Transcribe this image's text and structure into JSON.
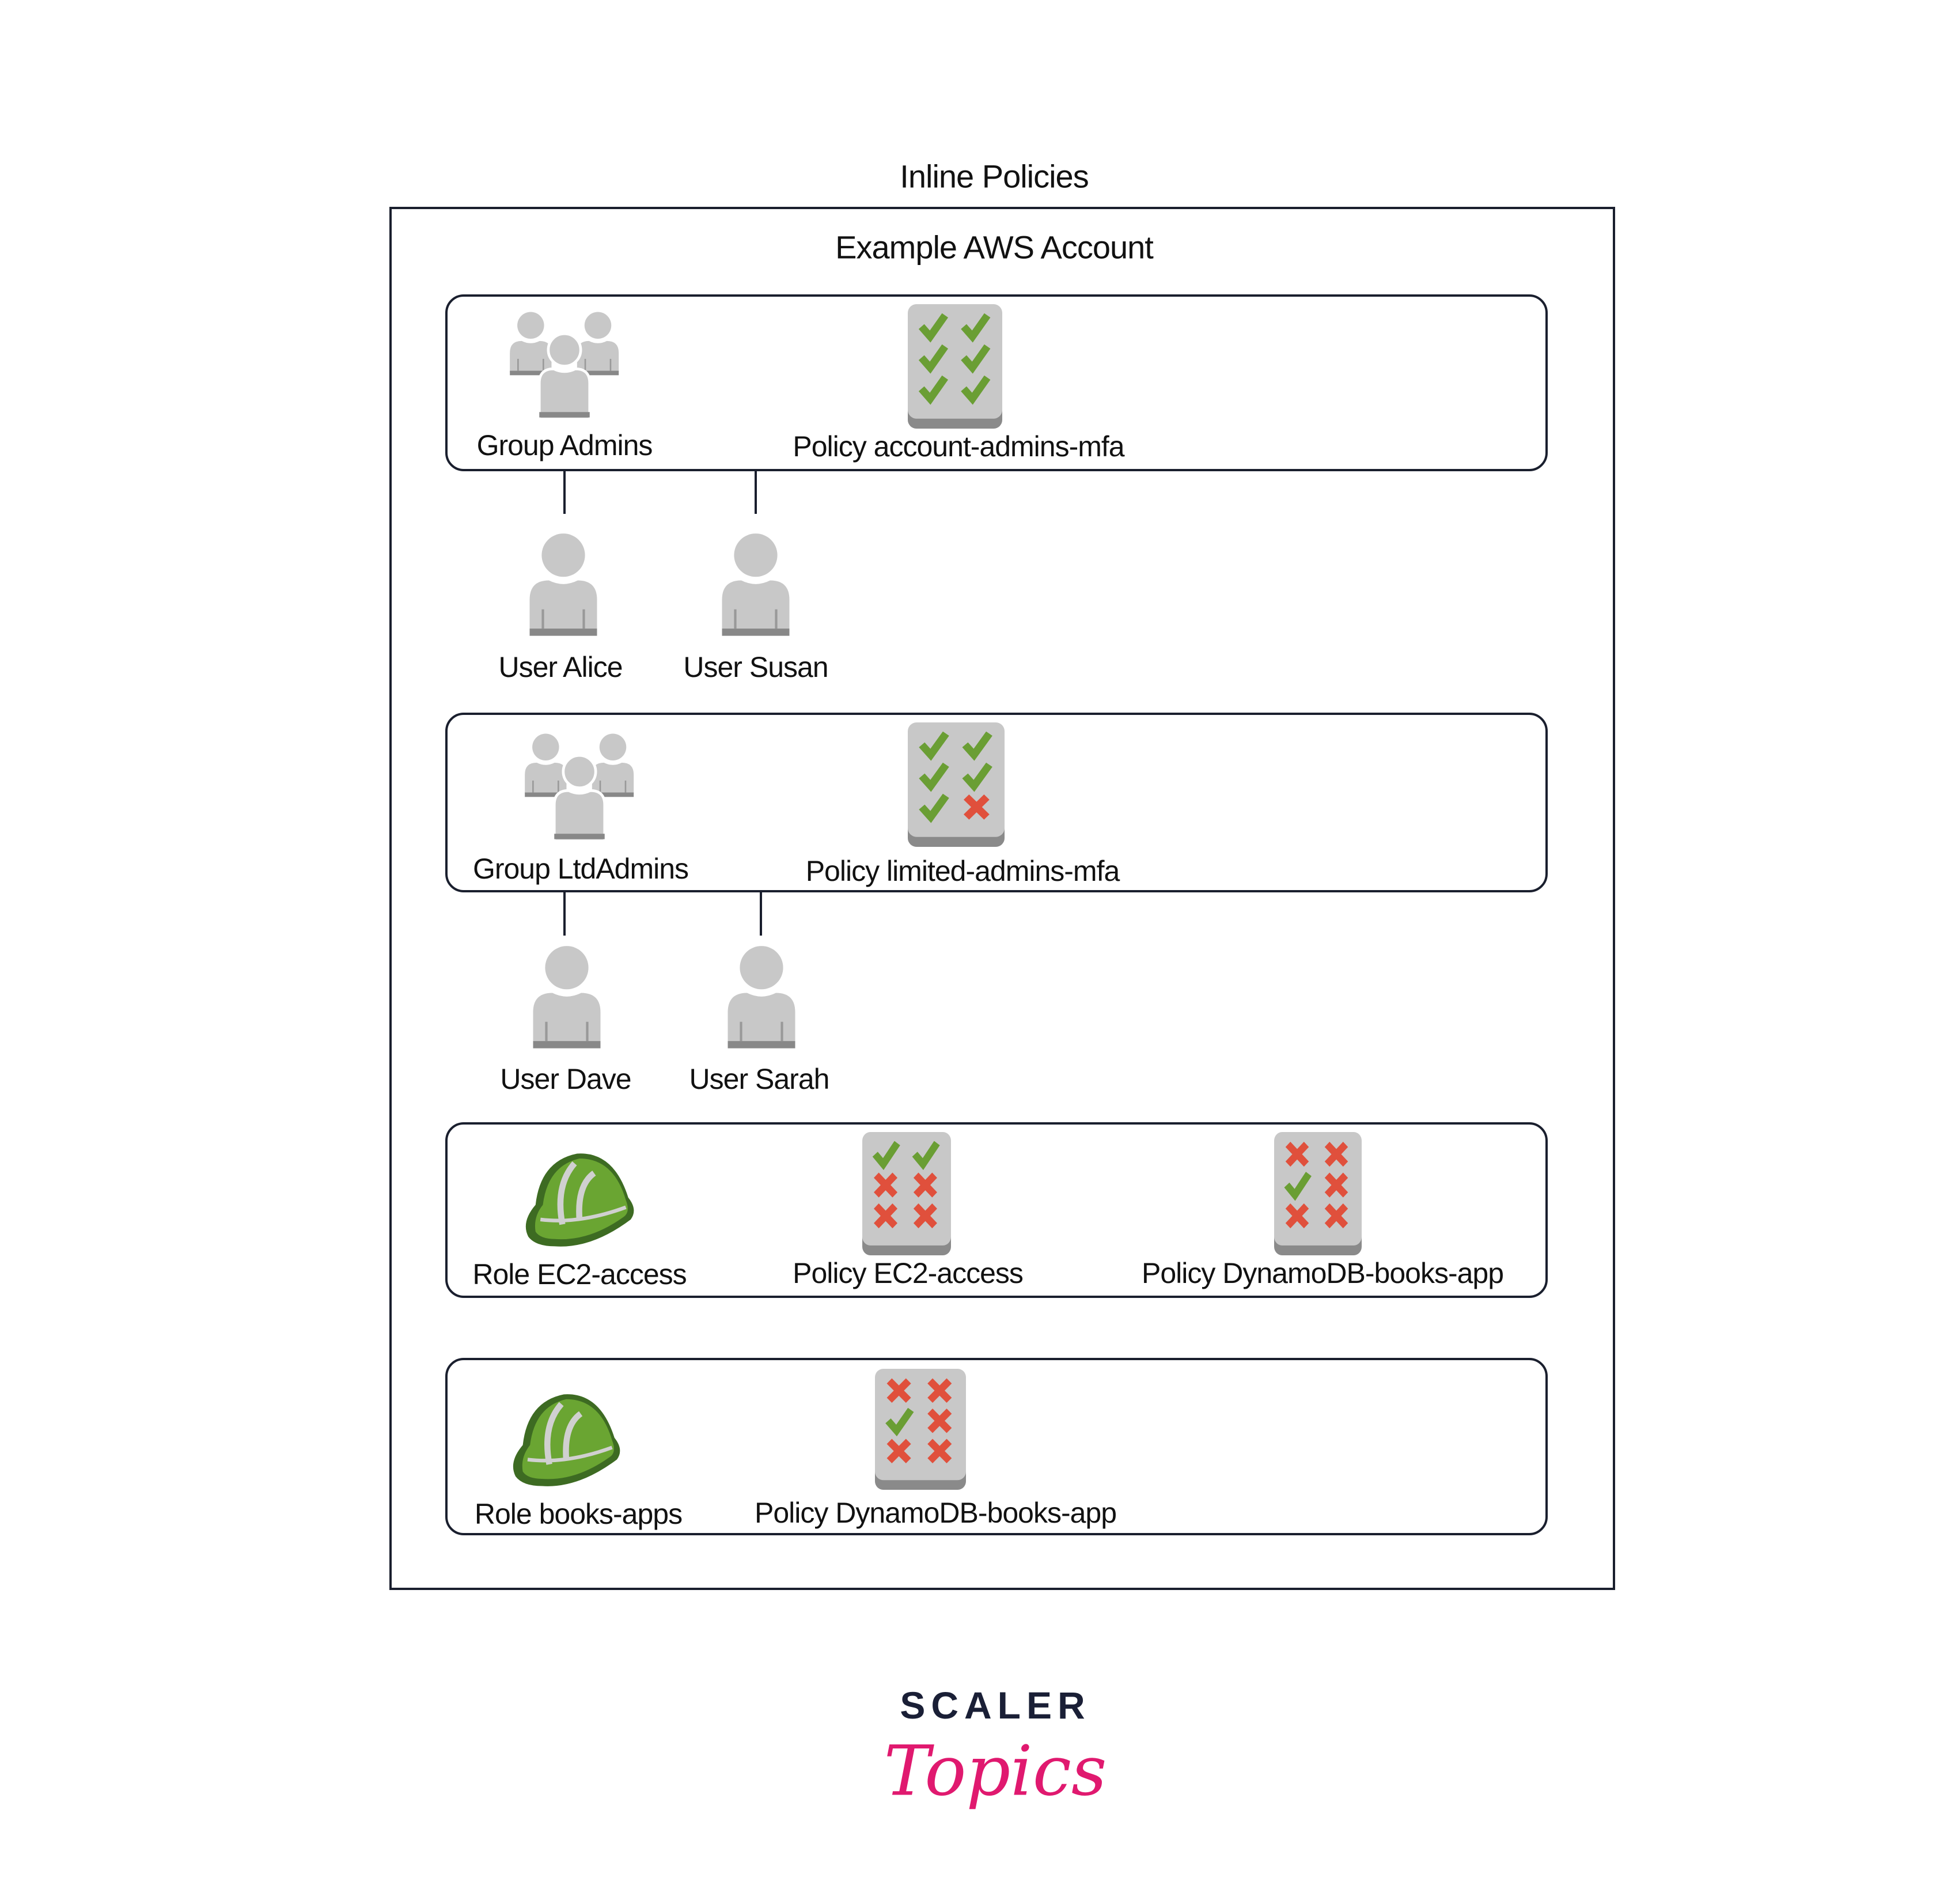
{
  "title": "Inline Policies",
  "account": "Example AWS Account",
  "groups": [
    {
      "label": "Group Admins",
      "policy": {
        "label": "Policy account-admins-mfa",
        "marks": [
          "check",
          "check",
          "check",
          "check",
          "check",
          "check"
        ]
      },
      "users": [
        "User Alice",
        "User Susan"
      ]
    },
    {
      "label": "Group LtdAdmins",
      "policy": {
        "label": "Policy limited-admins-mfa",
        "marks": [
          "check",
          "check",
          "check",
          "check",
          "check",
          "x"
        ]
      },
      "users": [
        "User Dave",
        "User Sarah"
      ]
    }
  ],
  "roles": [
    {
      "label": "Role EC2-access",
      "policies": [
        {
          "label": "Policy EC2-access",
          "marks": [
            "check",
            "check",
            "x",
            "x",
            "x",
            "x"
          ]
        },
        {
          "label": "Policy DynamoDB-books-app",
          "marks": [
            "x",
            "x",
            "check",
            "x",
            "x",
            "x"
          ]
        }
      ]
    },
    {
      "label": "Role books-apps",
      "policies": [
        {
          "label": "Policy DynamoDB-books-app",
          "marks": [
            "x",
            "x",
            "check",
            "x",
            "x",
            "x"
          ]
        }
      ]
    }
  ],
  "logo": {
    "line1": "SCALER",
    "line2": "Topics"
  },
  "colors": {
    "check": "#6a9e34",
    "x": "#e0503c",
    "icon_gray": "#c8c8c8",
    "helmet": "#6aa532",
    "border": "#1a1f2e",
    "logo_pink": "#e0196f"
  }
}
